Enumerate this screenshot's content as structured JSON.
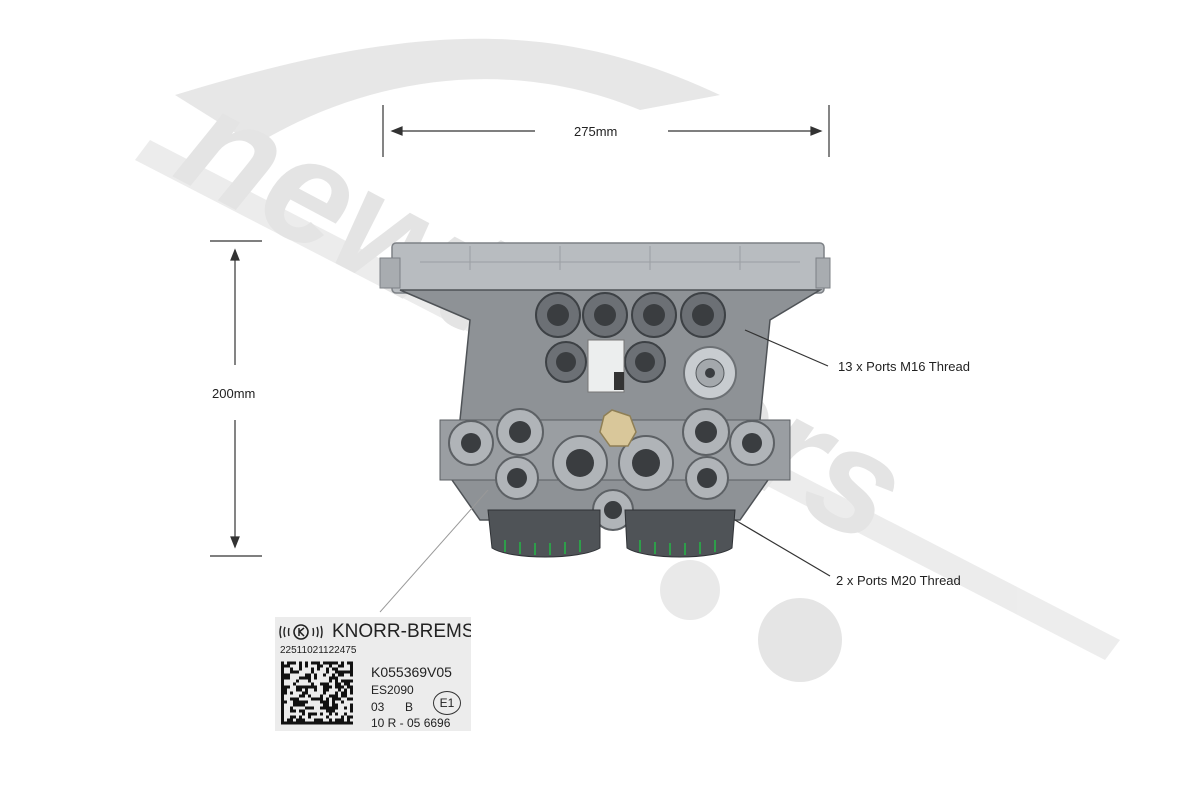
{
  "dimensions": {
    "width_label": "275mm",
    "height_label": "200mm"
  },
  "callouts": {
    "ports_m16": "13 x Ports M16 Thread",
    "ports_m20": "2 x Ports M20 Thread"
  },
  "product_label": {
    "brand": "KNORR-BREMSE",
    "serial": "22511021122475",
    "part_number": "K055369V05",
    "es_code": "ES2090",
    "line_03": "03",
    "line_b": "B",
    "approval": "10 R - 05 6696",
    "mark": "E1"
  },
  "watermark": {
    "text": "newtrailers",
    "color": "#c8c8c8"
  },
  "colors": {
    "valve_body": "#8e9296",
    "valve_dark": "#4f5357",
    "cover": "#b8bcc0",
    "accent_green": "#2e9e4a"
  }
}
